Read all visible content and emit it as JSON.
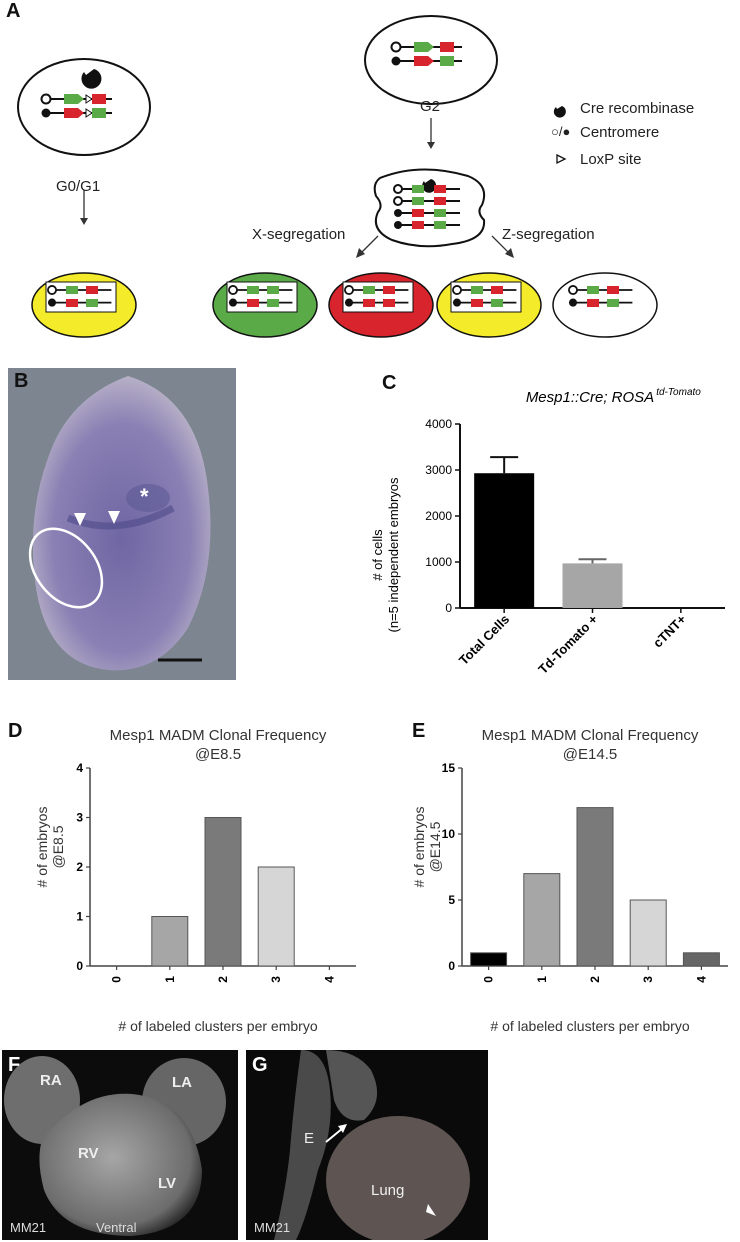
{
  "panels": {
    "A": "A",
    "B": "B",
    "C": "C",
    "D": "D",
    "E": "E",
    "F": "F",
    "G": "G"
  },
  "panel_a": {
    "g0g1": "G0/G1",
    "g2": "G2",
    "x_seg": "X-segregation",
    "z_seg": "Z-segregation",
    "legend": {
      "cre": "Cre recombinase",
      "centromere": "Centromere",
      "centromere_sym": "○/●",
      "loxp": "LoxP site"
    },
    "colors": {
      "green": "#5aaa48",
      "red": "#d8242d",
      "yellow": "#f4ec2a",
      "cell_white": "#ffffff"
    }
  },
  "panel_b": {
    "asterisk": "*"
  },
  "panel_f": {
    "ra": "RA",
    "la": "LA",
    "rv": "RV",
    "lv": "LV",
    "strain": "MM21",
    "view": "Ventral"
  },
  "panel_g": {
    "e": "E",
    "lung": "Lung",
    "strain": "MM21"
  },
  "chart_data": [
    {
      "panel": "C",
      "type": "bar",
      "title": "Mesp1::Cre; ROSA",
      "title_sup": "td-Tomato",
      "ylabel_line1": "# of cells",
      "ylabel_line2": "(n=5 independent embryos",
      "categories": [
        "Total Cells",
        "Td-Tomato +",
        "cTNT+"
      ],
      "values": [
        2930,
        970,
        0
      ],
      "errors": [
        350,
        90,
        0
      ],
      "bar_colors": [
        "#000000",
        "#a6a6a6",
        "#a6a6a6"
      ],
      "ylim": [
        0,
        4000
      ],
      "yticks": [
        "0",
        "1000",
        "2000",
        "3000",
        "4000"
      ]
    },
    {
      "panel": "D",
      "type": "bar",
      "title_line1": "Mesp1 MADM Clonal Frequency",
      "title_line2": "@E8.5",
      "ylabel_line1": "# of embryos",
      "ylabel_line2": "@E8.5",
      "xlabel": "# of labeled clusters per embryo",
      "categories": [
        "0",
        "1",
        "2",
        "3",
        "4"
      ],
      "values": [
        0,
        1,
        3,
        2,
        0
      ],
      "bar_colors": [
        "#000000",
        "#a6a6a6",
        "#7a7a7a",
        "#d6d6d6",
        "#666666"
      ],
      "ylim": [
        0,
        4
      ],
      "yticks": [
        "0",
        "1",
        "2",
        "3",
        "4"
      ]
    },
    {
      "panel": "E",
      "type": "bar",
      "title_line1": "Mesp1 MADM Clonal Frequency",
      "title_line2": "@E14.5",
      "ylabel_line1": "# of embryos",
      "ylabel_line2": "@E14.5",
      "xlabel": "# of labeled clusters per embryo",
      "categories": [
        "0",
        "1",
        "2",
        "3",
        "4"
      ],
      "values": [
        1,
        7,
        12,
        5,
        1
      ],
      "bar_colors": [
        "#000000",
        "#a6a6a6",
        "#7a7a7a",
        "#d6d6d6",
        "#666666"
      ],
      "ylim": [
        0,
        15
      ],
      "yticks": [
        "0",
        "5",
        "10",
        "15"
      ]
    }
  ]
}
